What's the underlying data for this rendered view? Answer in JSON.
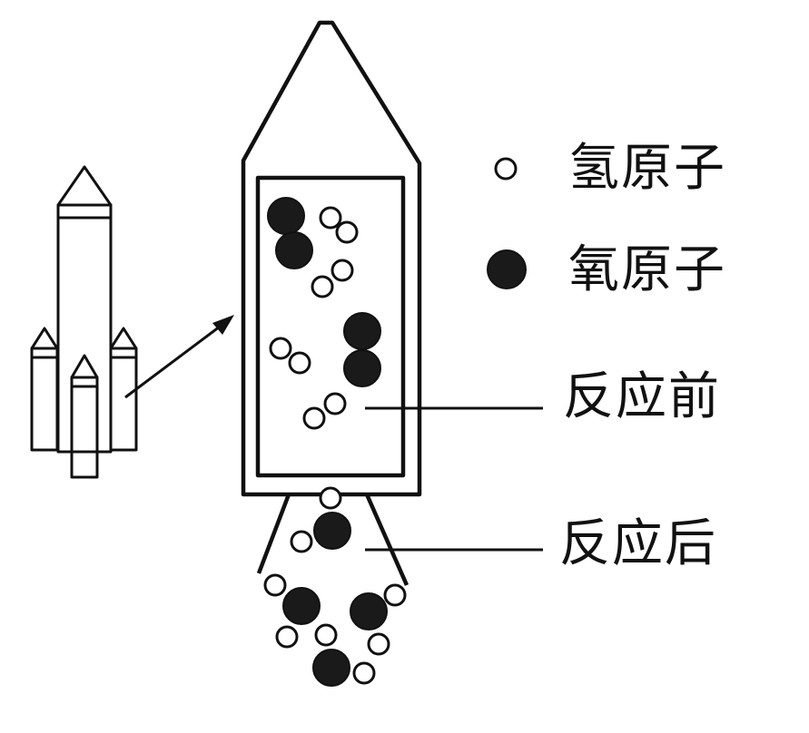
{
  "legend": {
    "hydrogen_label": "氢原子",
    "oxygen_label": "氧原子"
  },
  "callouts": {
    "before_label": "反应前",
    "after_label": "反应后"
  },
  "atoms": {
    "hydrogen": {
      "fill": "#ffffff",
      "stroke": "#111111",
      "symbol": "open-circle"
    },
    "oxygen": {
      "fill": "#1a1a1a",
      "stroke": "#111111",
      "symbol": "filled-circle"
    }
  },
  "before_reaction": {
    "oxygen_molecules": 2,
    "hydrogen_molecules": 4
  },
  "after_reaction": {
    "water_molecules": 4
  }
}
